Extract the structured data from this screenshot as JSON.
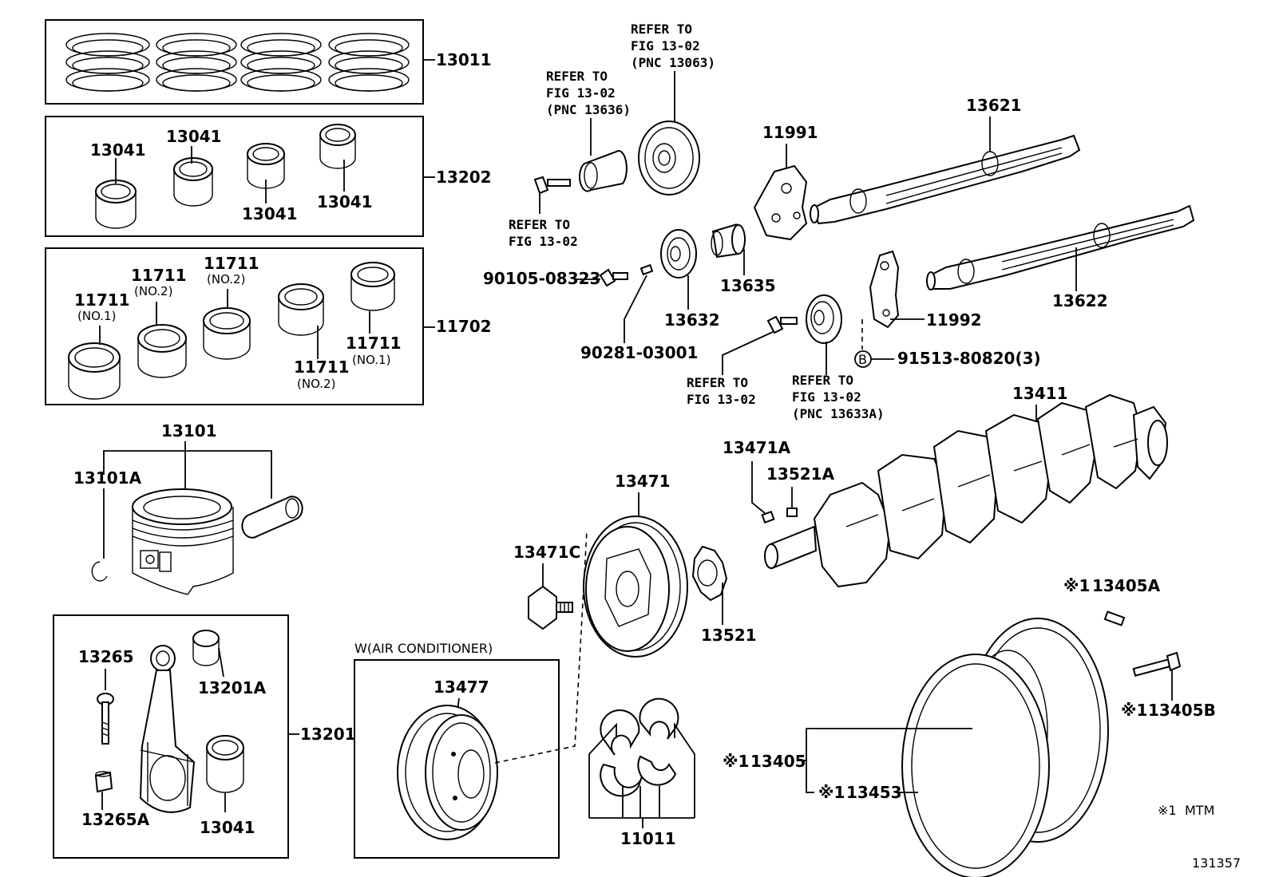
{
  "labels": {
    "p13011": "13011",
    "p13202": "13202",
    "p13041_a": "13041",
    "p13041_b": "13041",
    "p13041_c": "13041",
    "p13041_d": "13041",
    "p11702": "11702",
    "p11711_a": "11711",
    "p11711_a_sub": "(NO.1)",
    "p11711_b": "11711",
    "p11711_b_sub": "(NO.2)",
    "p11711_c": "11711",
    "p11711_c_sub": "(NO.2)",
    "p11711_d": "11711",
    "p11711_d_sub": "(NO.2)",
    "p11711_e": "11711",
    "p11711_e_sub": "(NO.1)",
    "p13101": "13101",
    "p13101A": "13101A",
    "p13265": "13265",
    "p13265A": "13265A",
    "p13201A": "13201A",
    "p13041_e": "13041",
    "p13201": "13201",
    "ac_title": "W(AIR CONDITIONER)",
    "p13477": "13477",
    "p11011": "11011",
    "p13471C": "13471C",
    "p13471": "13471",
    "p13521": "13521",
    "p13471A": "13471A",
    "p13521A": "13521A",
    "p13411": "13411",
    "p13405A": "13405A",
    "p13405B": "13405B",
    "p13405": "13405",
    "p13453": "13453",
    "mark_a": "※1",
    "mark_b": "※1",
    "mark_c": "※1",
    "mark_d": "※1",
    "mark_e": "※1",
    "mtm": "MTM",
    "p90105": "90105-08323",
    "p90281": "90281-03001",
    "p13632": "13632",
    "p13635": "13635",
    "p11991": "11991",
    "p13621": "13621",
    "p13622": "13622",
    "p11992": "11992",
    "p91513": "91513-80820(3)",
    "b_mark": "B",
    "figure_id": "131357"
  },
  "refs": {
    "r1": [
      "REFER TO",
      "FIG 13-02",
      "(PNC 13063)"
    ],
    "r2": [
      "REFER TO",
      "FIG 13-02",
      "(PNC 13636)"
    ],
    "r3": [
      "REFER TO",
      "FIG 13-02"
    ],
    "r4": [
      "REFER TO",
      "FIG 13-02"
    ],
    "r5": [
      "REFER TO",
      "FIG 13-02",
      "(PNC 13633A)"
    ]
  }
}
